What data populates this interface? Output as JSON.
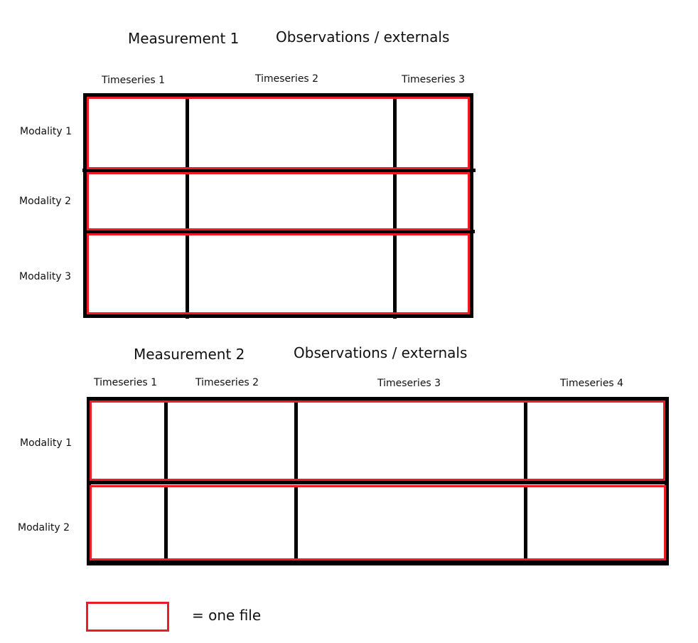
{
  "colors": {
    "grid_line": "#000000",
    "file_outline": "#ed1c24",
    "background": "#ffffff"
  },
  "diagrams": [
    {
      "measurement": "Measurement 1",
      "observations": "Observations / externals",
      "timeseries": [
        "Timeseries 1",
        "Timeseries 2",
        "Timeseries 3"
      ],
      "modalities": [
        "Modality 1",
        "Modality 2",
        "Modality 3"
      ]
    },
    {
      "measurement": "Measurement 2",
      "observations": "Observations / externals",
      "timeseries": [
        "Timeseries 1",
        "Timeseries 2",
        "Timeseries 3",
        "Timeseries 4"
      ],
      "modalities": [
        "Modality 1",
        "Modality 2"
      ]
    }
  ],
  "legend": {
    "text": "= one file"
  }
}
